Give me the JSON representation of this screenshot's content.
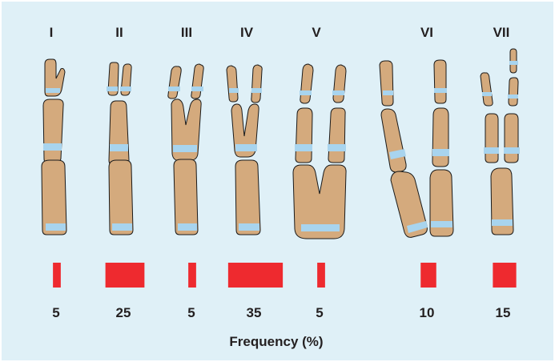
{
  "columns": [
    {
      "label": "I",
      "frequency": 5
    },
    {
      "label": "II",
      "frequency": 25
    },
    {
      "label": "III",
      "frequency": 5
    },
    {
      "label": "IV",
      "frequency": 35
    },
    {
      "label": "V",
      "frequency": 5
    },
    {
      "label": "VI",
      "frequency": 10
    },
    {
      "label": "VII",
      "frequency": 15
    }
  ],
  "axis_title": "Frequency (%)",
  "colors": {
    "background": "#dff0f7",
    "chromosome_fill": "#d4aa7d",
    "chromosome_outline": "#1a1a1a",
    "band": "#a8d4ee",
    "bar": "#ee2a2f",
    "text": "#231f20"
  }
}
